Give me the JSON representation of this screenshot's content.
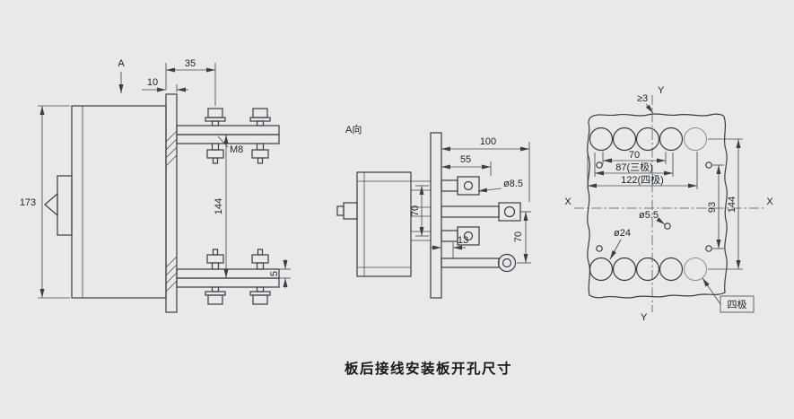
{
  "page": {
    "caption": "板后接线安装板开孔尺寸"
  },
  "side_view": {
    "view_label": "A",
    "dim_top_offset": "35",
    "dim_plate_thickness": "10",
    "bolt_spec": "M8",
    "dim_height": "173",
    "dim_terminal_span": "144",
    "dim_bar_thickness": "5"
  },
  "front_view": {
    "view_label": "A向",
    "dim_depth_total": "100",
    "dim_depth_clamp": "55",
    "dim_hole": "ø8.5",
    "dim_span_left": "70",
    "dim_span_right": "70",
    "dim_offset": "13"
  },
  "plate_view": {
    "axis_x_left": "X",
    "axis_x_right": "X",
    "axis_y_top": "Y",
    "axis_y_bottom": "Y",
    "dim_edge_min": "≥3",
    "dim_pole_span": "70",
    "dim_mount_3pole": "87(三极)",
    "dim_mount_4pole": "122(四极)",
    "dim_hole_rows": "93",
    "dim_terminal_rows": "144",
    "dim_small_hole": "ø5.5",
    "dim_large_hole": "ø24",
    "four_pole_tag": "四极"
  }
}
